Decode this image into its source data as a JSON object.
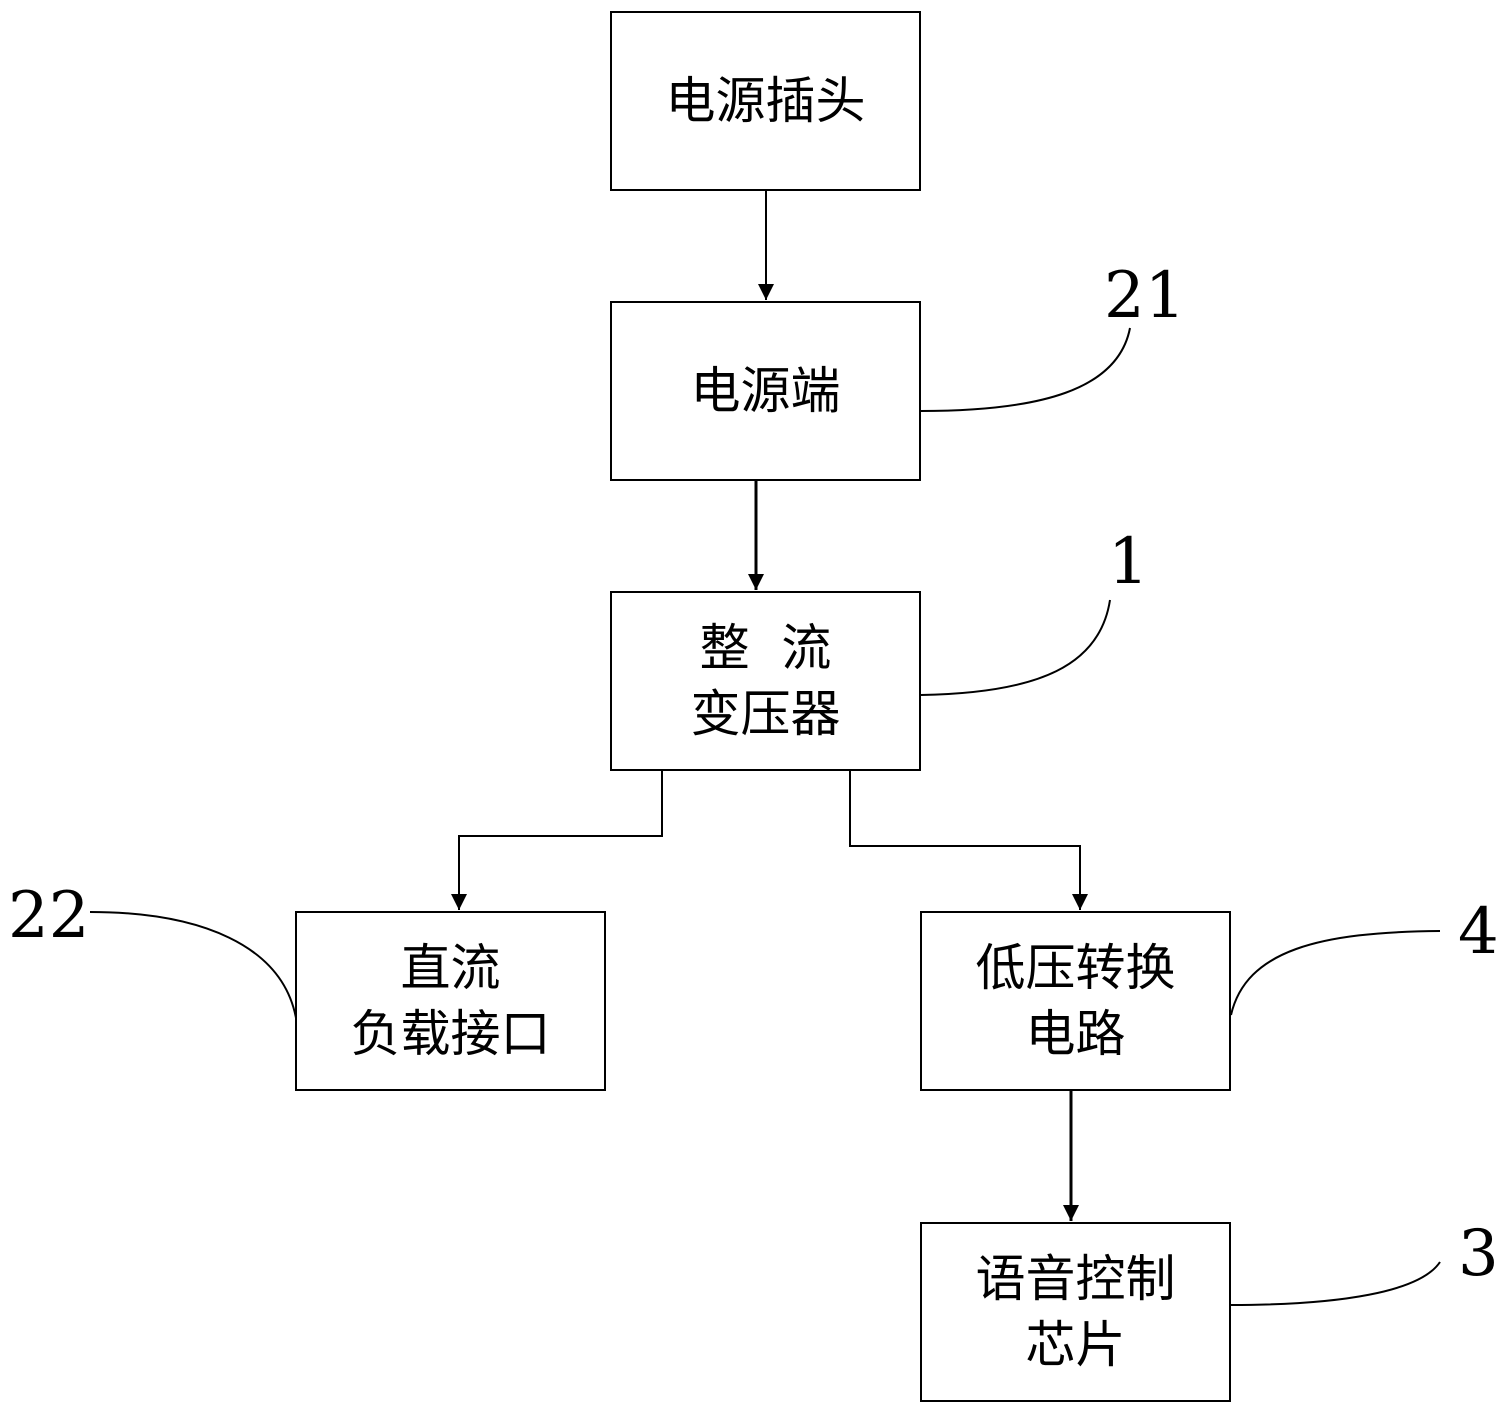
{
  "boxes": {
    "plug": {
      "lines": [
        "电源插头"
      ]
    },
    "power_end": {
      "lines": [
        "电源端"
      ]
    },
    "rectifier": {
      "lines": [
        "整  流",
        "变压器"
      ]
    },
    "dc_load": {
      "lines": [
        "直流",
        "负载接口"
      ]
    },
    "low_voltage": {
      "lines": [
        "低压转换",
        "电路"
      ]
    },
    "voice_chip": {
      "lines": [
        "语音控制",
        "芯片"
      ]
    }
  },
  "refs": {
    "power_end": "21",
    "rectifier": "1",
    "dc_load": "22",
    "low_voltage": "4",
    "voice_chip": "3"
  },
  "colors": {
    "stroke": "#000000",
    "background": "#ffffff"
  }
}
